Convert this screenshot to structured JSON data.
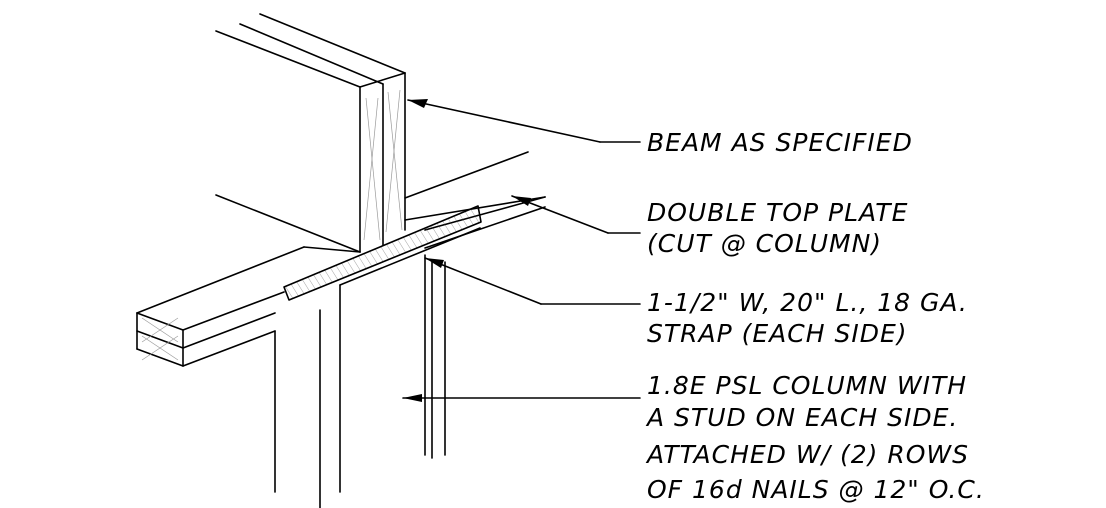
{
  "callouts": {
    "beam": {
      "lines": [
        "BEAM AS SPECIFIED"
      ]
    },
    "top_plate": {
      "lines": [
        "DOUBLE TOP PLATE",
        "(CUT @ COLUMN)"
      ]
    },
    "strap": {
      "lines": [
        "1-1/2\" W, 20\" L., 18 GA.",
        "STRAP (EACH SIDE)"
      ]
    },
    "column": {
      "lines": [
        "1.8E PSL COLUMN WITH",
        "A STUD ON EACH SIDE.",
        "ATTACHED W/ (2) ROWS",
        "OF 16d NAILS @ 12\" O.C."
      ]
    }
  }
}
